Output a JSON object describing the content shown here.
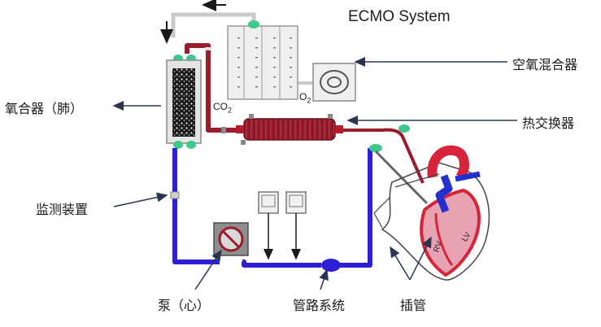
{
  "title": "ECMO System",
  "labels": {
    "oxygenator": "氧合器（肺）",
    "air_oxygen_blender": "空氧混合器",
    "heat_exchanger": "热交换器",
    "monitoring_device": "监测装置",
    "pump": "泵（心）",
    "tubing_system": "管路系统",
    "cannula": "插管"
  },
  "gas_labels": {
    "co2_base": "CO",
    "co2_sub": "2",
    "o2_base": "O",
    "o2_sub": "2"
  },
  "heart_labels": {
    "rv": "RV",
    "lv": "LV"
  },
  "colors": {
    "venous_line": "#2d1fd8",
    "arterial_line": "#9a1b2b",
    "heart_red": "#d8243a",
    "heart_blue": "#2330d0",
    "connector_green": "#3ec98c",
    "housing_gray": "#cfcfcf"
  }
}
